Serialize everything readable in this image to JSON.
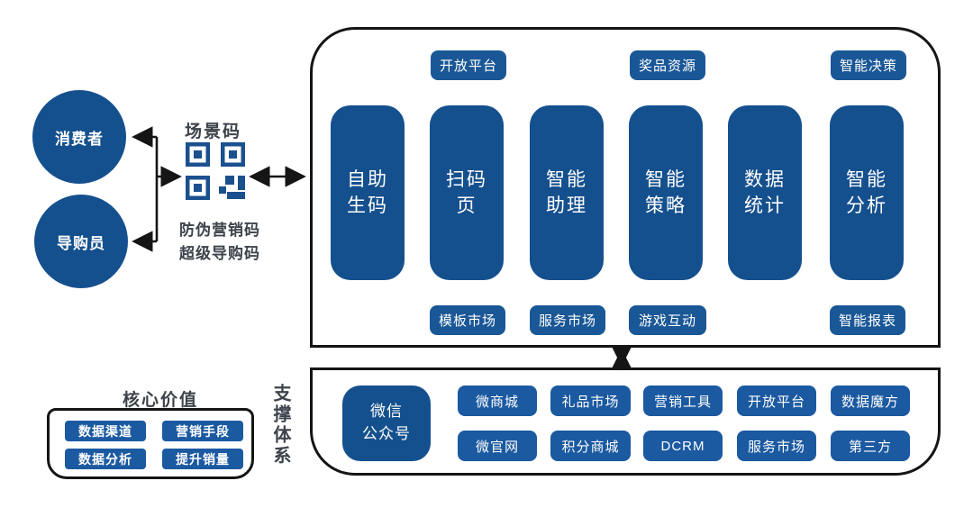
{
  "colors": {
    "primary_blue": "#15508E",
    "tag_blue": "#1A5796",
    "button_blue": "#1B59A1",
    "text_dark": "#3D434B",
    "line_black": "#151515"
  },
  "actors": {
    "consumer": "消费者",
    "shopping_guide": "导购员"
  },
  "scene_code": {
    "title": "场景码",
    "icon": "qr-code-icon",
    "subtitle_line1": "防伪营销码",
    "subtitle_line2": "超级导购码"
  },
  "platform": {
    "top_tags": [
      "开放平台",
      "奖品资源",
      "智能决策"
    ],
    "modules": [
      {
        "line1": "自助",
        "line2": "生码"
      },
      {
        "line1": "扫码",
        "line2": "页"
      },
      {
        "line1": "智能",
        "line2": "助理"
      },
      {
        "line1": "智能",
        "line2": "策略"
      },
      {
        "line1": "数据",
        "line2": "统计"
      },
      {
        "line1": "智能",
        "line2": "分析"
      }
    ],
    "bottom_tags": [
      "模板市场",
      "服务市场",
      "游戏互动",
      "智能报表"
    ]
  },
  "support": {
    "label": "支撑体系",
    "wechat": {
      "line1": "微信",
      "line2": "公众号"
    },
    "row1": [
      "微商城",
      "礼品市场",
      "营销工具",
      "开放平台",
      "数据魔方"
    ],
    "row2": [
      "微官网",
      "积分商城",
      "DCRM",
      "服务市场",
      "第三方"
    ]
  },
  "core_value": {
    "title": "核心价值",
    "items": [
      "数据渠道",
      "营销手段",
      "数据分析",
      "提升销量"
    ]
  }
}
